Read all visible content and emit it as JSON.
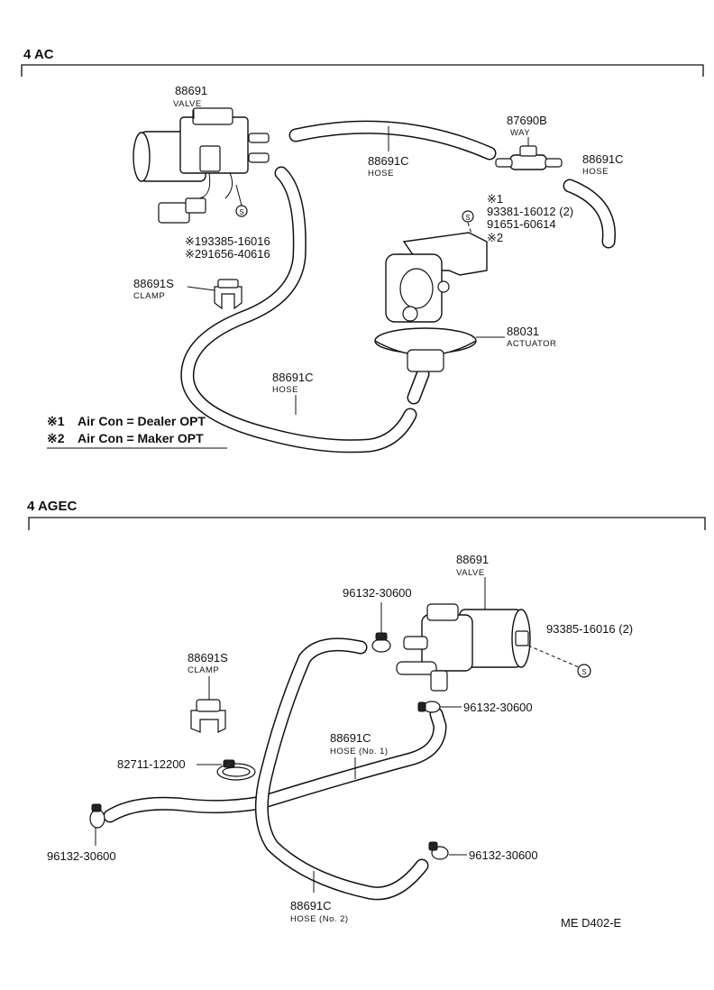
{
  "sections": [
    {
      "title": "4 AC",
      "labels": {
        "valve_pn": "88691",
        "valve_name": "VALVE",
        "hose_top_pn": "88691C",
        "hose_top_name": "HOSE",
        "way_pn": "87690B",
        "way_name": "WAY",
        "hose_right_pn": "88691C",
        "hose_right_name": "HOSE",
        "note1_mark": "※1",
        "note1_pn": "93381-16012 (2)",
        "note2_pn": "91651-60614",
        "note2_mark": "※2",
        "s_mark": "S",
        "valve_bolt1": "※193385-16016",
        "valve_bolt2": "※291656-40616",
        "clamp_pn": "88691S",
        "clamp_name": "CLAMP",
        "actuator_pn": "88031",
        "actuator_name": "ACTUATOR",
        "hose_long_pn": "88691C",
        "hose_long_name": "HOSE"
      },
      "legend": [
        {
          "mark": "※1",
          "text": "Air Con = Dealer OPT"
        },
        {
          "mark": "※2",
          "text": "Air Con = Maker OPT"
        }
      ]
    },
    {
      "title": "4 AGEC",
      "labels": {
        "valve_pn": "88691",
        "valve_name": "VALVE",
        "clip_top": "96132-30600",
        "bolt": "93385-16016 (2)",
        "s_mark": "S",
        "clip_right": "96132-30600",
        "clamp_pn": "88691S",
        "clamp_name": "CLAMP",
        "hose1_pn": "88691C",
        "hose1_name": "HOSE (No. 1)",
        "band": "82711-12200",
        "clip_left": "96132-30600",
        "clip_bottom": "96132-30600",
        "hose2_pn": "88691C",
        "hose2_name": "HOSE (No. 2)"
      }
    }
  ],
  "footer_code": "ME  D402-E"
}
